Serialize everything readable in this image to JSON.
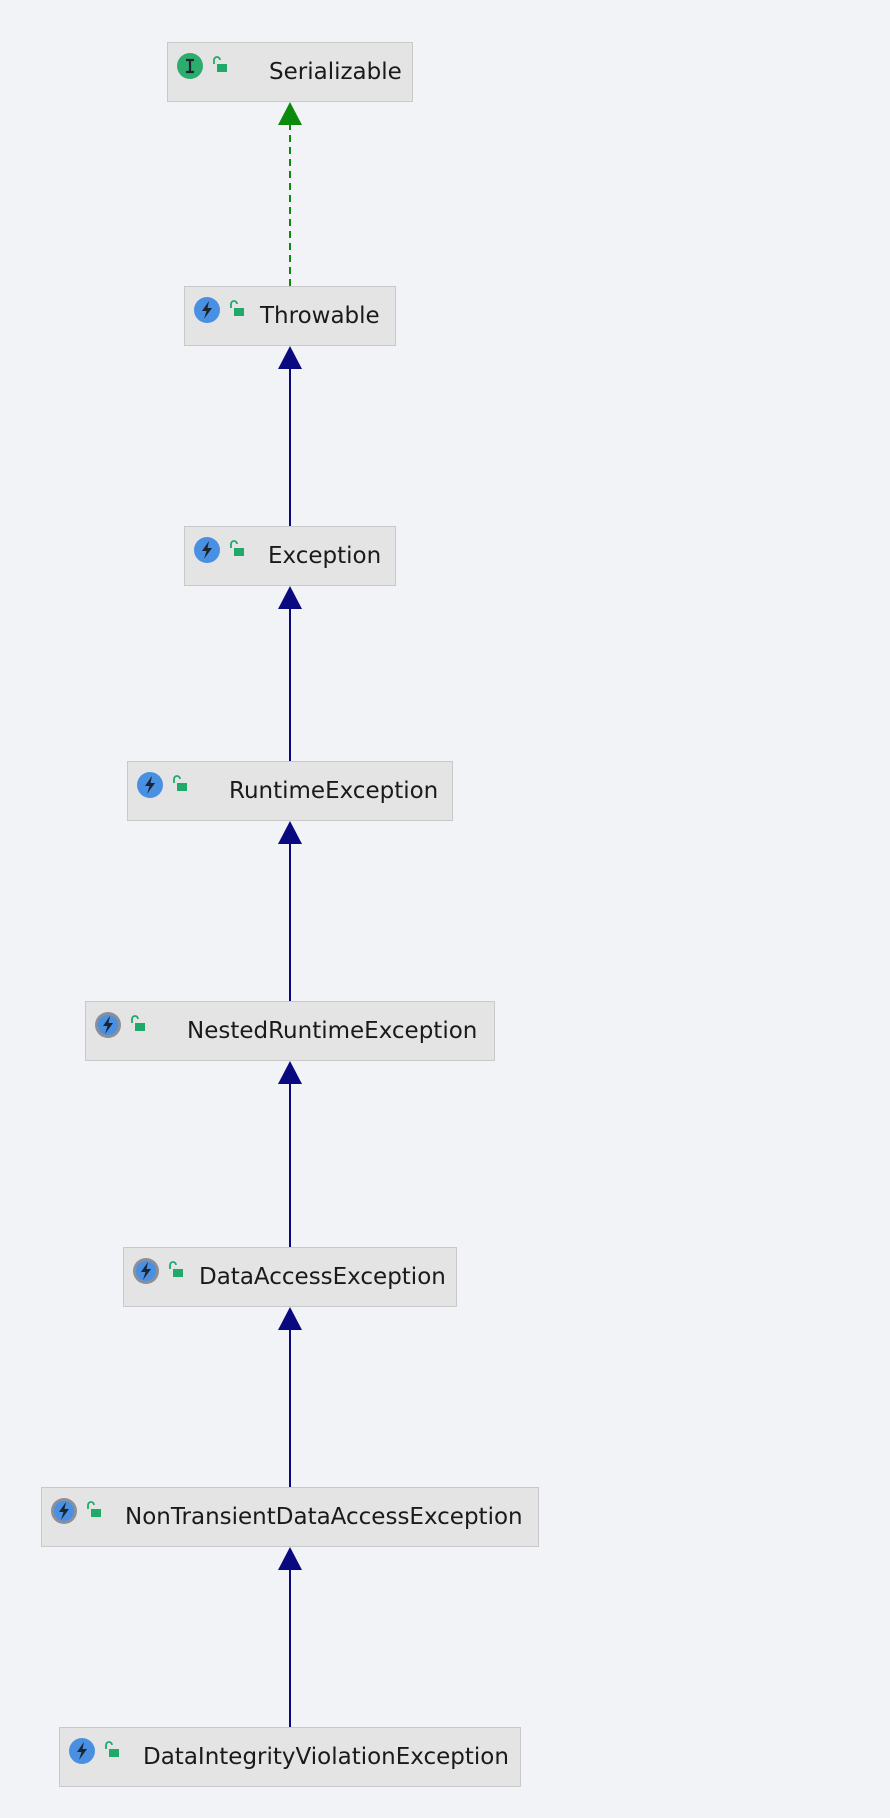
{
  "diagram": {
    "nodes": [
      {
        "id": "serializable",
        "label": "Serializable",
        "kind": "interface-icon",
        "visibility": "public-icon"
      },
      {
        "id": "throwable",
        "label": "Throwable",
        "kind": "class-icon",
        "visibility": "public-icon"
      },
      {
        "id": "exception",
        "label": "Exception",
        "kind": "class-icon",
        "visibility": "public-icon"
      },
      {
        "id": "runtime-exception",
        "label": "RuntimeException",
        "kind": "class-icon",
        "visibility": "public-icon"
      },
      {
        "id": "nested-runtime-exception",
        "label": "NestedRuntimeException",
        "kind": "abstract-class-icon",
        "visibility": "public-icon"
      },
      {
        "id": "data-access-exception",
        "label": "DataAccessException",
        "kind": "abstract-class-icon",
        "visibility": "public-icon"
      },
      {
        "id": "non-transient-data-access-exception",
        "label": "NonTransientDataAccessException",
        "kind": "abstract-class-icon",
        "visibility": "public-icon"
      },
      {
        "id": "data-integrity-violation-exception",
        "label": "DataIntegrityViolationException",
        "kind": "class-icon",
        "visibility": "public-icon"
      }
    ],
    "edges": [
      {
        "from": "throwable",
        "to": "serializable",
        "type": "implements"
      },
      {
        "from": "exception",
        "to": "throwable",
        "type": "extends"
      },
      {
        "from": "runtime-exception",
        "to": "exception",
        "type": "extends"
      },
      {
        "from": "nested-runtime-exception",
        "to": "runtime-exception",
        "type": "extends"
      },
      {
        "from": "data-access-exception",
        "to": "nested-runtime-exception",
        "type": "extends"
      },
      {
        "from": "non-transient-data-access-exception",
        "to": "data-access-exception",
        "type": "extends"
      },
      {
        "from": "data-integrity-violation-exception",
        "to": "non-transient-data-access-exception",
        "type": "extends"
      }
    ],
    "colors": {
      "background": "#f2f3f7",
      "node_fill": "#e4e4e4",
      "node_border": "#c9c9c9",
      "extends_edge": "#0a0a80",
      "implements_edge": "#0b8a0b",
      "class_icon": "#4a90e2",
      "interface_icon": "#2cad6e",
      "lock_icon": "#1faa6a"
    }
  }
}
